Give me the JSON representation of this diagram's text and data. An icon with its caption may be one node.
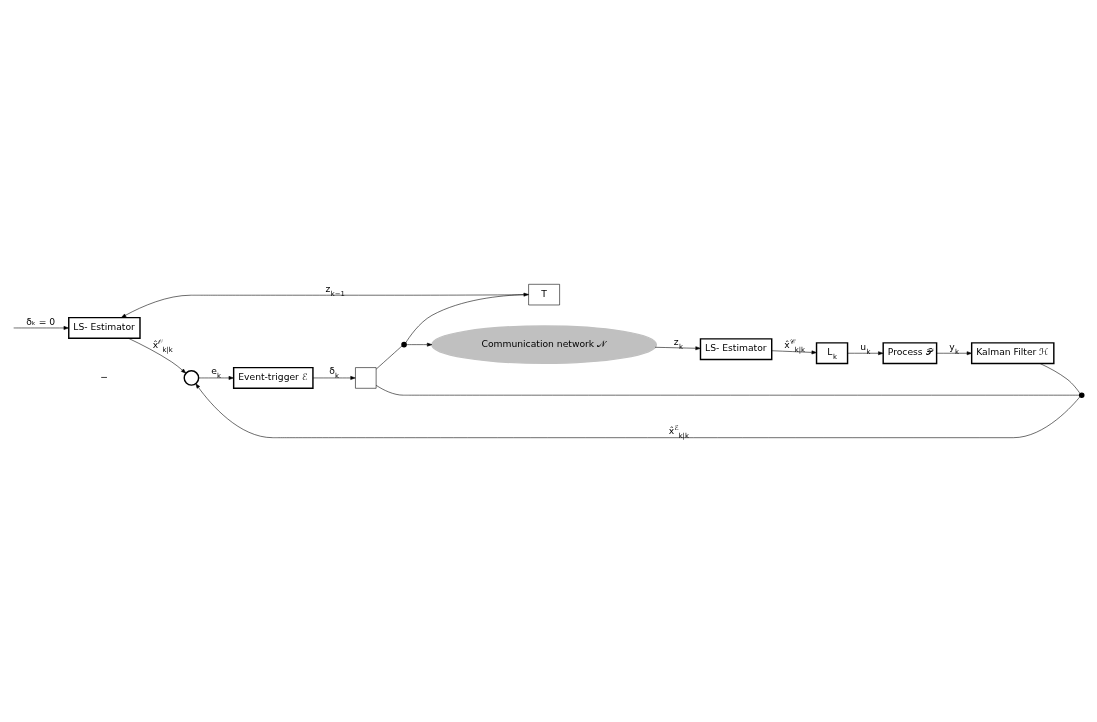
{
  "diagram": {
    "nodes": [
      {
        "text": [
          "LS- Estimator"
        ]
      },
      {
        "text": [
          "T"
        ]
      },
      {
        "text": [],
        "shape": "circle"
      },
      {
        "text": [
          "Event-trigger ℰ"
        ]
      },
      {
        "text": [],
        "shape": "dot"
      },
      {
        "text": [],
        "shape": "switch"
      },
      {
        "text": [],
        "shape": "dot"
      },
      {
        "text": [
          "LS- Estimator"
        ]
      },
      {
        "text": [
          "L$_{k}$"
        ]
      },
      {
        "text": [
          "Process 𝒫"
        ]
      },
      {
        "text": [
          "Kalman Filter ℋ"
        ]
      },
      {
        "text": [
          "Communication network 𝒩"
        ]
      }
    ],
    "edges": [
      {
        "from": null,
        "to": 0,
        "arrow": "to",
        "label": "δₖ = 0"
      },
      {
        "from": 1,
        "to": 0,
        "arrow": "to",
        "label": "z$_{k−1}$"
      },
      {
        "from": 6,
        "to": 1,
        "arrow": "to"
      },
      {
        "from": 0,
        "to": 2,
        "arrow": "to",
        "label": "x̂$^{𝒪}$$_{k|k}$"
      },
      {
        "from": 2,
        "to": 3,
        "arrow": "to",
        "label": "e$_{k}$"
      },
      {
        "from": 10,
        "to": 4,
        "arrow": "none"
      },
      {
        "from": 4,
        "to": 2,
        "arrow": "to",
        "label": "x̂$^{ℰ}$$_{k|k}$"
      },
      {
        "from": 3,
        "to": 5,
        "arrow": "to",
        "label": "δ$_{k}$"
      },
      {
        "from": 4,
        "to": 5,
        "arrow": "none"
      },
      {
        "from": 5,
        "to": 6,
        "arrow": "none"
      },
      {
        "from": 6,
        "to": 11,
        "arrow": "to"
      },
      {
        "from": 11,
        "to": 7,
        "arrow": "to",
        "label": "z$_{k}$"
      },
      {
        "from": 7,
        "to": 8,
        "arrow": "to",
        "label": "x̂$^{𝒞}$$_{k|k}$"
      },
      {
        "from": 8,
        "to": 9,
        "arrow": "to",
        "label": "u$_{k}$"
      },
      {
        "from": 9,
        "to": 10,
        "arrow": "to",
        "label": "y$_{k}$"
      }
    ],
    "labels": [
      "−"
    ]
  }
}
